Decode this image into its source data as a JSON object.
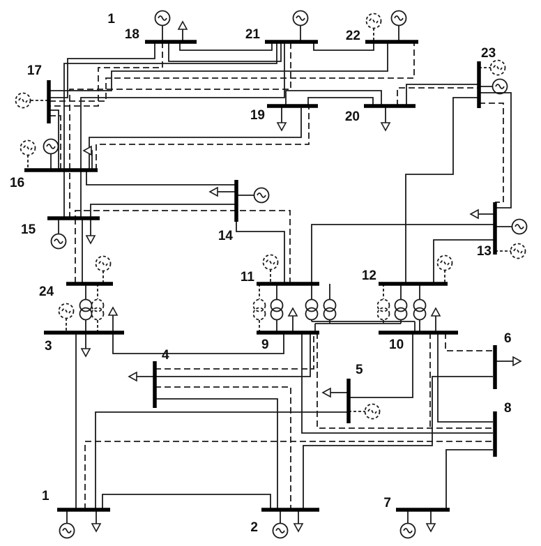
{
  "diagram": {
    "type": "power-system-single-line-diagram",
    "bus_count": 24,
    "colors": {
      "ink": "#111111",
      "background": "#ffffff"
    },
    "stray_label": "1"
  },
  "buses": {
    "b1": {
      "label": "1"
    },
    "b2": {
      "label": "2"
    },
    "b3": {
      "label": "3"
    },
    "b4": {
      "label": "4"
    },
    "b5": {
      "label": "5"
    },
    "b6": {
      "label": "6"
    },
    "b7": {
      "label": "7"
    },
    "b8": {
      "label": "8"
    },
    "b9": {
      "label": "9"
    },
    "b10": {
      "label": "10"
    },
    "b11": {
      "label": "11"
    },
    "b12": {
      "label": "12"
    },
    "b13": {
      "label": "13"
    },
    "b14": {
      "label": "14"
    },
    "b15": {
      "label": "15"
    },
    "b16": {
      "label": "16"
    },
    "b17": {
      "label": "17"
    },
    "b18": {
      "label": "18"
    },
    "b19": {
      "label": "19"
    },
    "b20": {
      "label": "20"
    },
    "b21": {
      "label": "21"
    },
    "b22": {
      "label": "22"
    },
    "b23": {
      "label": "23"
    },
    "b24": {
      "label": "24"
    }
  },
  "connections": [
    {
      "from": 17,
      "to": 18,
      "style": "solid"
    },
    {
      "from": 17,
      "to": 18,
      "style": "dashed"
    },
    {
      "from": 18,
      "to": 21,
      "style": "solid"
    },
    {
      "from": 18,
      "to": 21,
      "style": "solid"
    },
    {
      "from": 21,
      "to": 22,
      "style": "solid"
    },
    {
      "from": 17,
      "to": 22,
      "style": "solid"
    },
    {
      "from": 17,
      "to": 22,
      "style": "dashed"
    },
    {
      "from": 15,
      "to": 21,
      "style": "solid"
    },
    {
      "from": 15,
      "to": 21,
      "style": "solid"
    },
    {
      "from": 15,
      "to": 21,
      "style": "dashed"
    },
    {
      "from": 16,
      "to": 17,
      "style": "solid"
    },
    {
      "from": 16,
      "to": 17,
      "style": "dashed"
    },
    {
      "from": 16,
      "to": 19,
      "style": "solid"
    },
    {
      "from": 16,
      "to": 19,
      "style": "dashed"
    },
    {
      "from": 19,
      "to": 20,
      "style": "solid"
    },
    {
      "from": 19,
      "to": 20,
      "style": "solid"
    },
    {
      "from": 20,
      "to": 23,
      "style": "solid"
    },
    {
      "from": 20,
      "to": 23,
      "style": "dashed"
    },
    {
      "from": 12,
      "to": 23,
      "style": "solid"
    },
    {
      "from": 13,
      "to": 23,
      "style": "solid"
    },
    {
      "from": 13,
      "to": 23,
      "style": "dashed"
    },
    {
      "from": 12,
      "to": 13,
      "style": "solid"
    },
    {
      "from": 11,
      "to": 13,
      "style": "solid"
    },
    {
      "from": 11,
      "to": 14,
      "style": "solid"
    },
    {
      "from": 11,
      "to": 15,
      "style": "dashed"
    },
    {
      "from": 14,
      "to": 16,
      "style": "solid"
    },
    {
      "from": 14,
      "to": 15,
      "style": "solid"
    },
    {
      "from": 15,
      "to": 24,
      "style": "solid"
    },
    {
      "from": 15,
      "to": 24,
      "style": "dashed"
    },
    {
      "from": 1,
      "to": 2,
      "style": "solid"
    },
    {
      "from": 1,
      "to": 3,
      "style": "solid"
    },
    {
      "from": 1,
      "to": 5,
      "style": "solid"
    },
    {
      "from": 1,
      "to": 8,
      "style": "dashed"
    },
    {
      "from": 2,
      "to": 4,
      "style": "solid"
    },
    {
      "from": 2,
      "to": 4,
      "style": "dashed"
    },
    {
      "from": 2,
      "to": 6,
      "style": "solid"
    },
    {
      "from": 3,
      "to": 9,
      "style": "solid"
    },
    {
      "from": 4,
      "to": 9,
      "style": "solid"
    },
    {
      "from": 4,
      "to": 9,
      "style": "dashed"
    },
    {
      "from": 5,
      "to": 10,
      "style": "solid"
    },
    {
      "from": 6,
      "to": 10,
      "style": "dashed"
    },
    {
      "from": 7,
      "to": 8,
      "style": "solid"
    },
    {
      "from": 8,
      "to": 9,
      "style": "solid"
    },
    {
      "from": 8,
      "to": 9,
      "style": "dashed"
    },
    {
      "from": 8,
      "to": 10,
      "style": "solid"
    },
    {
      "from": 8,
      "to": 10,
      "style": "dashed"
    }
  ],
  "transformers": [
    {
      "from": 3,
      "to": 24,
      "style": "solid"
    },
    {
      "from": 3,
      "to": 24,
      "style": "dashed"
    },
    {
      "from": 9,
      "to": 11,
      "style": "solid"
    },
    {
      "from": 9,
      "to": 11,
      "style": "dashed"
    },
    {
      "from": 10,
      "to": 11,
      "style": "solid"
    },
    {
      "from": 10,
      "to": 11,
      "style": "solid"
    },
    {
      "from": 9,
      "to": 12,
      "style": "solid"
    },
    {
      "from": 9,
      "to": 12,
      "style": "dashed"
    },
    {
      "from": 10,
      "to": 12,
      "style": "solid"
    }
  ],
  "generators": [
    {
      "bus": 1,
      "style": "solid"
    },
    {
      "bus": 2,
      "style": "solid"
    },
    {
      "bus": 3,
      "style": "dashed"
    },
    {
      "bus": 5,
      "style": "dashed"
    },
    {
      "bus": 7,
      "style": "solid"
    },
    {
      "bus": 11,
      "style": "dashed"
    },
    {
      "bus": 12,
      "style": "dashed"
    },
    {
      "bus": 13,
      "style": "solid"
    },
    {
      "bus": 13,
      "style": "dashed"
    },
    {
      "bus": 14,
      "style": "solid"
    },
    {
      "bus": 15,
      "style": "solid"
    },
    {
      "bus": 16,
      "style": "solid"
    },
    {
      "bus": 16,
      "style": "dashed"
    },
    {
      "bus": 17,
      "style": "dashed"
    },
    {
      "bus": 18,
      "style": "solid"
    },
    {
      "bus": 21,
      "style": "solid"
    },
    {
      "bus": 22,
      "style": "solid"
    },
    {
      "bus": 22,
      "style": "dashed"
    },
    {
      "bus": 23,
      "style": "solid"
    },
    {
      "bus": 23,
      "style": "dashed"
    },
    {
      "bus": 24,
      "style": "dashed"
    }
  ],
  "loads": [
    {
      "bus": 1,
      "direction": "down"
    },
    {
      "bus": 2,
      "direction": "down"
    },
    {
      "bus": 3,
      "direction": "down"
    },
    {
      "bus": 3,
      "direction": "up"
    },
    {
      "bus": 4,
      "direction": "left"
    },
    {
      "bus": 5,
      "direction": "left"
    },
    {
      "bus": 6,
      "direction": "right"
    },
    {
      "bus": 7,
      "direction": "down"
    },
    {
      "bus": 9,
      "direction": "up"
    },
    {
      "bus": 10,
      "direction": "up"
    },
    {
      "bus": 13,
      "direction": "left"
    },
    {
      "bus": 14,
      "direction": "left"
    },
    {
      "bus": 15,
      "direction": "down"
    },
    {
      "bus": 16,
      "direction": "up-left"
    },
    {
      "bus": 18,
      "direction": "up"
    },
    {
      "bus": 19,
      "direction": "down"
    },
    {
      "bus": 20,
      "direction": "down"
    }
  ]
}
